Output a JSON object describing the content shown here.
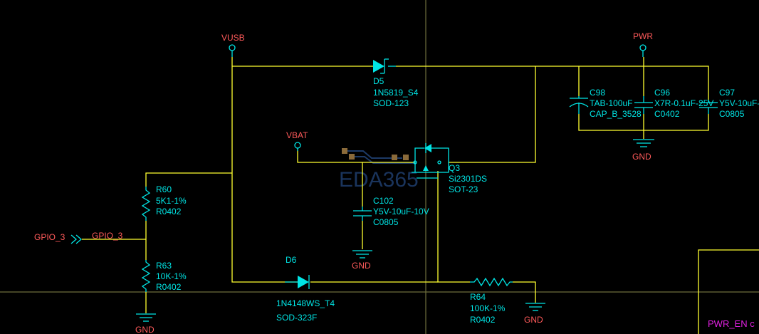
{
  "watermark": "EDA365",
  "nets": {
    "vusb": "VUSB",
    "pwr": "PWR",
    "vbat": "VBAT",
    "gpio_port": "GPIO_3",
    "gpio_wire": "GPIO_3",
    "gnd": "GND",
    "pwr_en": "PWR_EN c"
  },
  "components": {
    "d5": {
      "ref": "D5",
      "value": "1N5819_S4",
      "footprint": "SOD-123"
    },
    "d6": {
      "ref": "D6",
      "value": "1N4148WS_T4",
      "footprint": "SOD-323F"
    },
    "q3": {
      "ref": "Q3",
      "value": "Si2301DS",
      "footprint": "SOT-23"
    },
    "c102": {
      "ref": "C102",
      "value": "Y5V-10uF-10V",
      "footprint": "C0805"
    },
    "c98": {
      "ref": "C98",
      "value": "TAB-100uF",
      "footprint": "CAP_B_3528"
    },
    "c96": {
      "ref": "C96",
      "value": "X7R-0.1uF-25V",
      "footprint": "C0402"
    },
    "c97": {
      "ref": "C97",
      "value": "Y5V-10uF-",
      "footprint": "C0805"
    },
    "r60": {
      "ref": "R60",
      "value": "5K1-1%",
      "footprint": "R0402"
    },
    "r63": {
      "ref": "R63",
      "value": "10K-1%",
      "footprint": "R0402"
    },
    "r64": {
      "ref": "R64",
      "value": "100K-1%",
      "footprint": "R0402"
    }
  },
  "colors": {
    "wire": "#ffff30",
    "symbol": "#00e5e5",
    "net_label": "#ff5a5a",
    "sheet_port": "#e020e0",
    "crosshair": "#6e6e3c"
  }
}
